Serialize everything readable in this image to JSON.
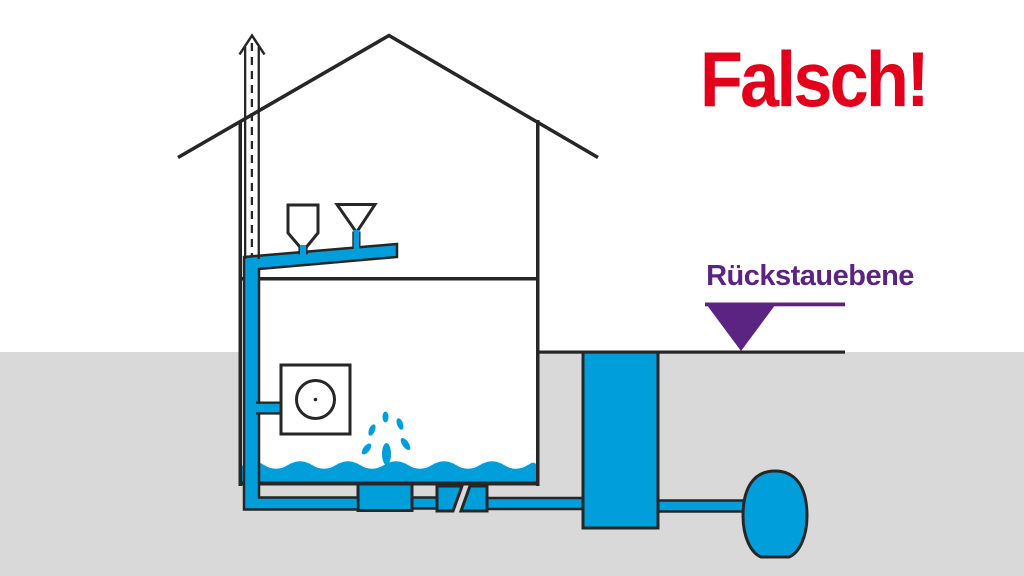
{
  "status": {
    "label": "Falsch!"
  },
  "level_marker": {
    "label": "Rückstauebene"
  },
  "colors": {
    "water": "#009fdb",
    "ground": "#d9d9d9",
    "outline": "#262626",
    "status_red": "#e2001a",
    "marker_purple": "#5c2482"
  },
  "diagram": {
    "type": "backflow-wrong-installation-illustration",
    "elements": [
      "house-cross-section",
      "roof",
      "vent-pipe-with-arrow",
      "upper-floor-funnel-square",
      "upper-floor-funnel-triangle",
      "collector-pipe",
      "downpipe",
      "washing-machine",
      "flooded-basement-water",
      "water-splash",
      "under-floor-drain-boxes",
      "house-connection-pipe",
      "manhole-shaft-filled",
      "egg-profile-sewer",
      "ground-surface",
      "backflow-level-marker"
    ]
  }
}
